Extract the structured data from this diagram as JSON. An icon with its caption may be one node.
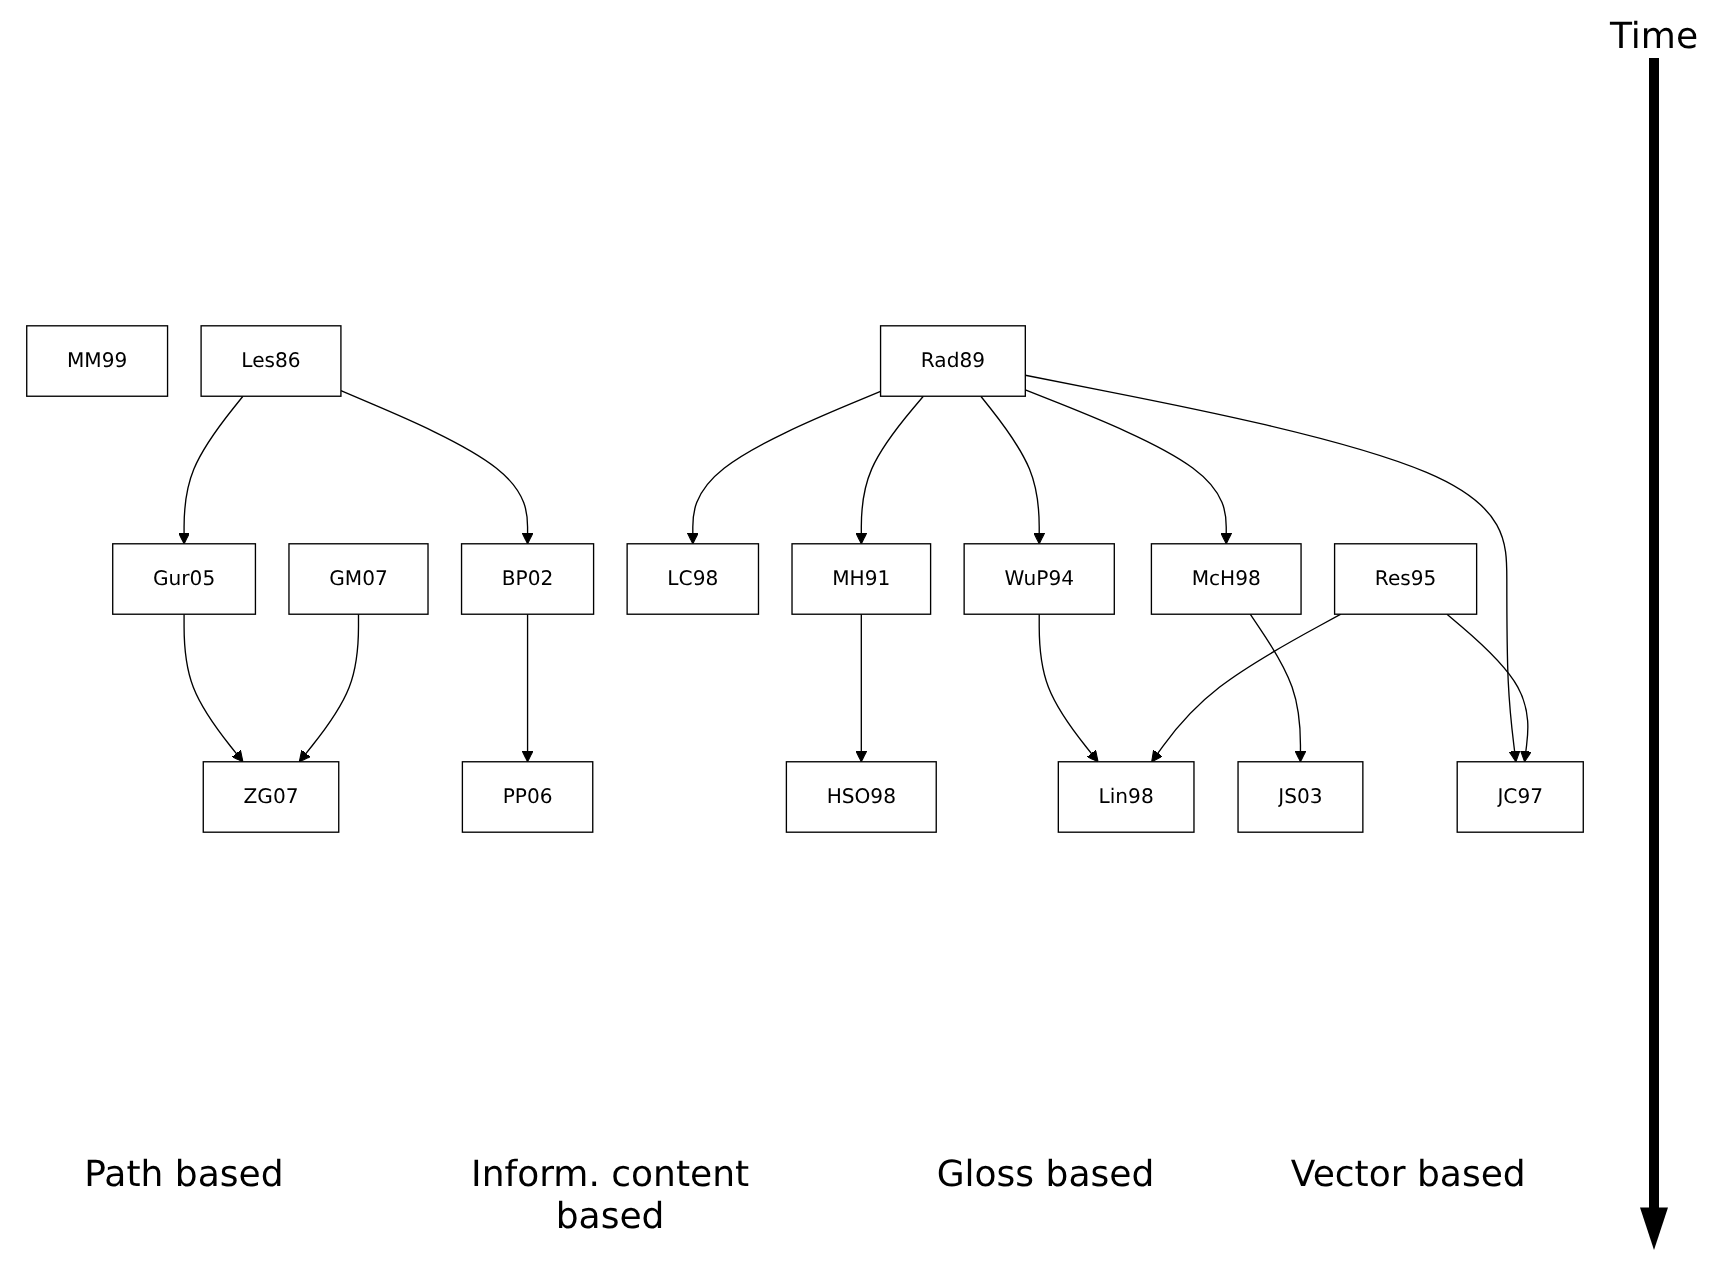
{
  "diagram": {
    "nodes": [
      {
        "text": [
          "Les86"
        ]
      },
      {
        "text": [
          "Rad89"
        ]
      },
      {
        "text": [
          "MH91"
        ]
      },
      {
        "text": [
          "WuP94"
        ]
      },
      {
        "text": [
          "Res95"
        ]
      },
      {
        "text": [
          "JC97"
        ]
      },
      {
        "text": [
          "HSO98"
        ]
      },
      {
        "text": [
          "LC98"
        ]
      },
      {
        "text": [
          "McH98"
        ]
      },
      {
        "text": [
          "Lin98"
        ]
      },
      {
        "text": [
          "MM99"
        ]
      },
      {
        "text": [
          "BP02"
        ]
      },
      {
        "text": [
          "JS03"
        ]
      },
      {
        "text": [
          "Gur05"
        ]
      },
      {
        "text": [
          "PP06"
        ]
      },
      {
        "text": [
          "GM07"
        ]
      },
      {
        "text": [
          "ZG07"
        ]
      }
    ],
    "edges": [
      {
        "from": 1,
        "to": 2,
        "arrow": "to"
      },
      {
        "from": 2,
        "to": 6,
        "arrow": "to"
      },
      {
        "from": 1,
        "to": 7,
        "arrow": "to"
      },
      {
        "from": 1,
        "to": 3,
        "arrow": "to"
      },
      {
        "from": 1,
        "to": 8,
        "arrow": "to"
      },
      {
        "from": 1,
        "to": 5,
        "arrow": "to"
      },
      {
        "from": 3,
        "to": 9,
        "arrow": "to"
      },
      {
        "from": 4,
        "to": 9,
        "arrow": "to"
      },
      {
        "from": 4,
        "to": 5,
        "arrow": "to"
      },
      {
        "from": 8,
        "to": 12,
        "arrow": "to"
      },
      {
        "from": 0,
        "to": 13,
        "arrow": "to"
      },
      {
        "from": 0,
        "to": 11,
        "arrow": "to"
      },
      {
        "from": 11,
        "to": 14,
        "arrow": "to"
      },
      {
        "from": 13,
        "to": 16,
        "arrow": "to"
      },
      {
        "from": 15,
        "to": 16,
        "arrow": "to"
      }
    ],
    "labels": [
      "Time",
      "Path based",
      "Inform. content based",
      "Gloss based",
      "Vector based"
    ]
  }
}
